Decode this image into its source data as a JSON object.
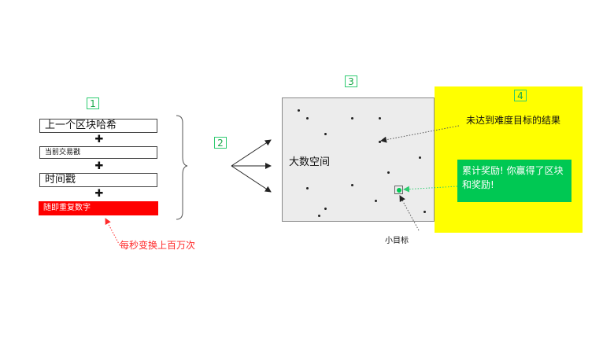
{
  "steps": {
    "s1": "1",
    "s2": "2",
    "s3": "3",
    "s4": "4"
  },
  "inputs": {
    "prev_hash": "上一个区块哈希",
    "tx_timestamp": "当前交易戳",
    "timestamp": "时间戳",
    "nonce": "随即重复数字",
    "plus": "✚"
  },
  "nonce_note": "每秒变换上百万次",
  "space": {
    "label": "大数空间",
    "target_label": "小目标"
  },
  "result": {
    "miss_label": "未达到难度目标的结果",
    "reward_text": "累计奖励! 你赢得了区块和奖励!"
  },
  "colors": {
    "accent_green": "#00c853",
    "yellow": "#ffff00",
    "red": "#ff0000",
    "space_bg": "#ececec"
  }
}
